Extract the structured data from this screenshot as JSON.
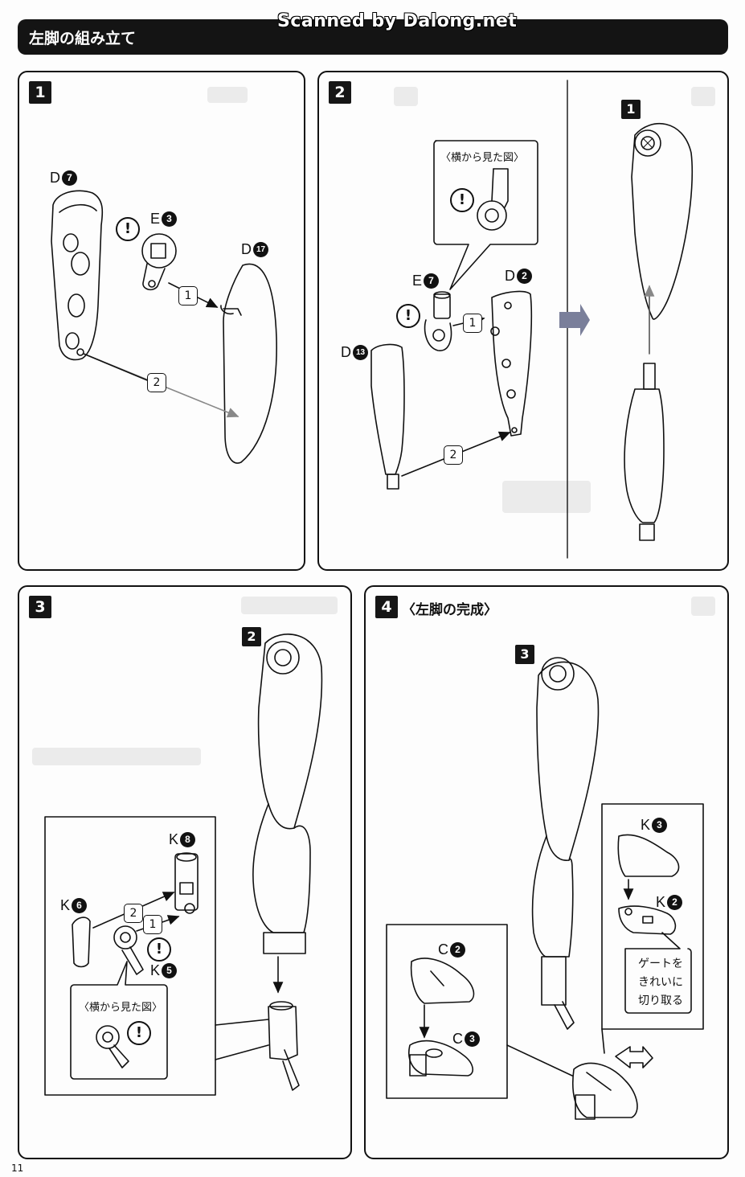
{
  "header": {
    "title": "左脚の組み立て",
    "watermark": "Scanned by Dalong.net"
  },
  "steps": {
    "s1": {
      "num": "1"
    },
    "s2": {
      "num": "2"
    },
    "s3": {
      "num": "3"
    },
    "s4": {
      "num": "4",
      "title": "〈左脚の完成〉"
    }
  },
  "parts": {
    "d7": {
      "letter": "D",
      "num": "7"
    },
    "e3": {
      "letter": "E",
      "num": "3"
    },
    "d17": {
      "letter": "D",
      "num": "17"
    },
    "e7": {
      "letter": "E",
      "num": "7"
    },
    "d2": {
      "letter": "D",
      "num": "2"
    },
    "d13": {
      "letter": "D",
      "num": "13"
    },
    "k8": {
      "letter": "K",
      "num": "8"
    },
    "k6": {
      "letter": "K",
      "num": "6"
    },
    "k5": {
      "letter": "K",
      "num": "5"
    },
    "k3": {
      "letter": "K",
      "num": "3"
    },
    "k2": {
      "letter": "K",
      "num": "2"
    },
    "c2": {
      "letter": "C",
      "num": "2"
    },
    "c3": {
      "letter": "C",
      "num": "3"
    }
  },
  "refs": {
    "r1": "1",
    "r2": "2",
    "r3": "3"
  },
  "order": {
    "o1": "1",
    "o2": "2"
  },
  "callouts": {
    "side_view": "〈横から見た図〉"
  },
  "note": {
    "line1": "ゲートを",
    "line2": "きれいに",
    "line3": "切り取る"
  },
  "warning_symbol": "!",
  "page_number": "11"
}
